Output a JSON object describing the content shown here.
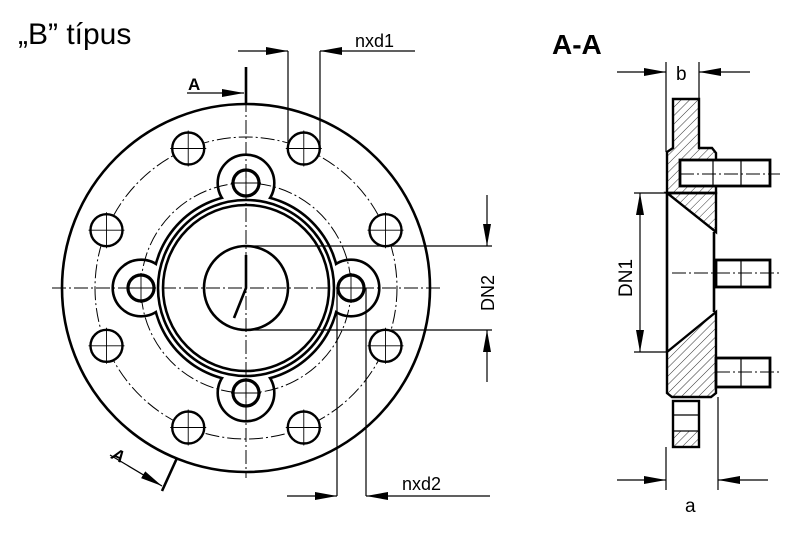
{
  "title": "„B” típus",
  "section_title": "A-A",
  "labels": {
    "section_mark_top": "A",
    "section_mark_bottom": "A",
    "nxd1": "nxd1",
    "nxd2": "nxd2",
    "dn1": "DN1",
    "dn2": "DN2",
    "a": "a",
    "b": "b"
  },
  "colors": {
    "line": "#000000",
    "background": "#ffffff"
  }
}
